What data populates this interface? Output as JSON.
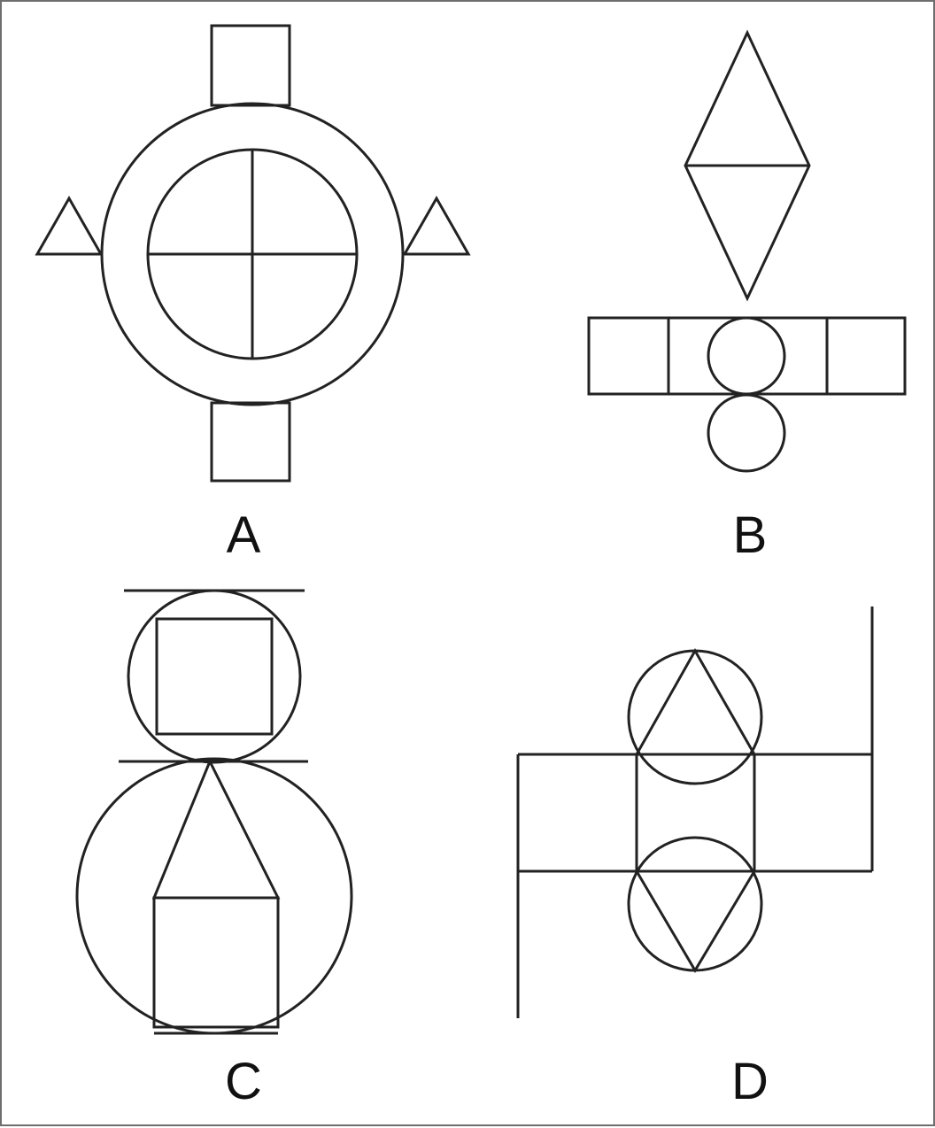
{
  "labels": {
    "a": "A",
    "b": "B",
    "c": "C",
    "d": "D"
  },
  "colors": {
    "stroke": "#222222",
    "border": "#6e6e6e",
    "background": "#ffffff"
  }
}
